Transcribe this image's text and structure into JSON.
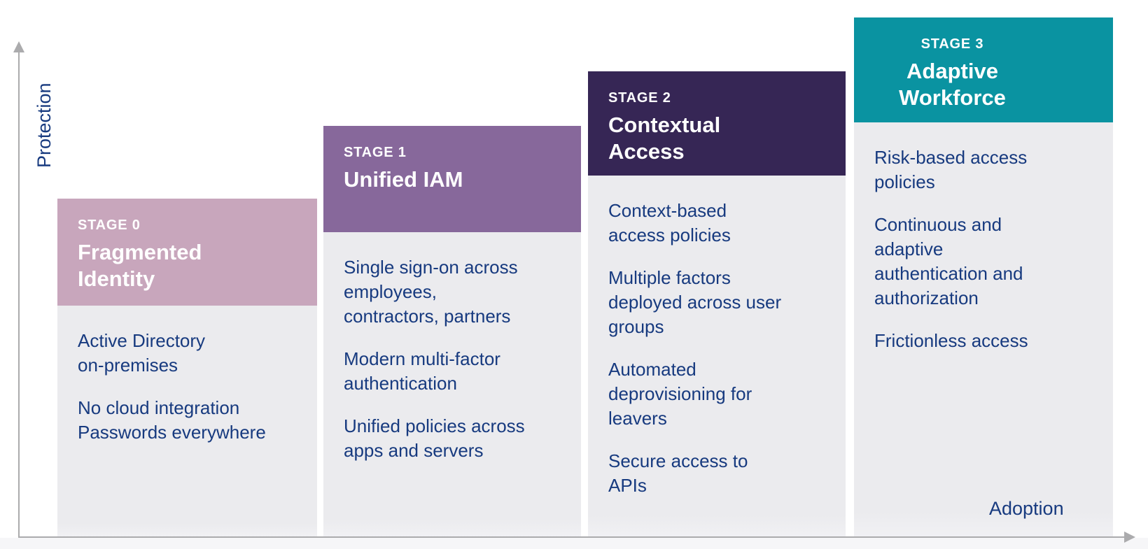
{
  "axes": {
    "y_label": "Protection",
    "x_label": "Adoption"
  },
  "colors": {
    "text_navy": "#173a7f",
    "axis_gray": "#ababad",
    "column_body_bg": "#ebebee",
    "header_text": "#ffffff"
  },
  "stages": [
    {
      "label": "STAGE 0",
      "title": "Fragmented\nIdentity",
      "header_color": "#c8a6bc",
      "items": [
        "Active Directory\non-premises",
        "No cloud integration\nPasswords everywhere"
      ]
    },
    {
      "label": "STAGE 1",
      "title": "Unified IAM",
      "header_color": "#87689b",
      "items": [
        "Single sign-on across\nemployees,\ncontractors, partners",
        "Modern multi-factor\nauthentication",
        "Unified policies across\napps and servers"
      ]
    },
    {
      "label": "STAGE 2",
      "title": "Contextual\nAccess",
      "header_color": "#362655",
      "items": [
        "Context-based\naccess policies",
        "Multiple factors\ndeployed across user\ngroups",
        "Automated\ndeprovisioning for\nleavers",
        "Secure access to\nAPIs"
      ]
    },
    {
      "label": "STAGE 3",
      "title": "Adaptive\nWorkforce",
      "header_color": "#0a93a1",
      "items": [
        "Risk-based access\npolicies",
        "Continuous and\nadaptive\nauthentication and\nauthorization",
        "Frictionless access"
      ]
    }
  ]
}
